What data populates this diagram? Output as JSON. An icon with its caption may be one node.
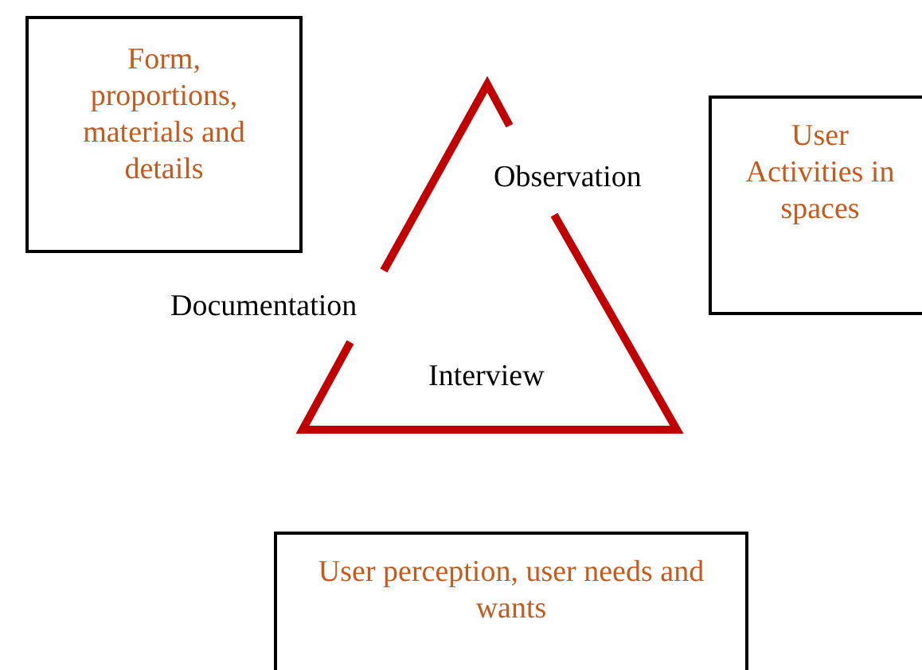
{
  "diagram": {
    "nodes": [
      {
        "text": [
          "Form, proportions, materials and details"
        ]
      },
      {
        "text": [
          "User Activities in spaces"
        ]
      },
      {
        "text": [
          "User perception, user needs and wants"
        ]
      }
    ],
    "labels": [
      "Observation",
      "Documentation",
      "Interview"
    ]
  }
}
